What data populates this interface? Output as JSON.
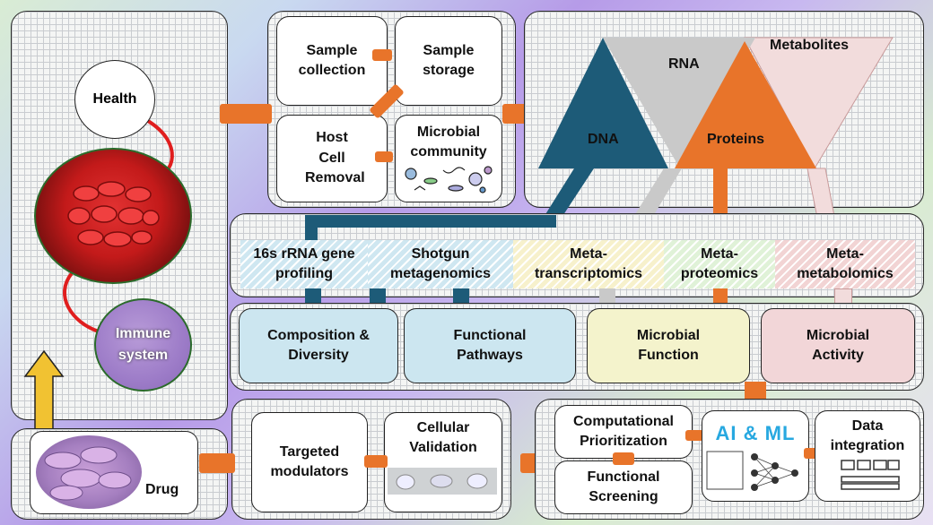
{
  "left": {
    "health": "Health",
    "immune": "Immune system",
    "drug": "Drug"
  },
  "sampling": {
    "sample_collection": "Sample collection",
    "sample_storage": "Sample storage",
    "host_cell_removal": "Host Cell Removal",
    "microbial_community": "Microbial community"
  },
  "molecules": {
    "dna": "DNA",
    "rna": "RNA",
    "proteins": "Proteins",
    "metabolites": "Metabolites"
  },
  "omics": [
    {
      "label": "16s rRNA gene profiling",
      "color": "#cfe7f1"
    },
    {
      "label": "Shotgun metagenomics",
      "color": "#cfe7f1"
    },
    {
      "label": "Meta-transcriptomics",
      "color": "#f7f1cc"
    },
    {
      "label": "Meta-proteomics",
      "color": "#e0f2d8"
    },
    {
      "label": "Meta-metabolomics",
      "color": "#f2d4d4"
    }
  ],
  "outputs": [
    {
      "label": "Composition & Diversity",
      "color": "#cce6f0"
    },
    {
      "label": "Functional Pathways",
      "color": "#cce6f0"
    },
    {
      "label": "Microbial Function",
      "color": "#f4f3cc"
    },
    {
      "label": "Microbial Activity",
      "color": "#f2d6d8"
    }
  ],
  "bottom": {
    "targeted_modulators": "Targeted modulators",
    "cellular_validation": "Cellular Validation",
    "computational_prioritization": "Computational Prioritization",
    "functional_screening": "Functional Screening",
    "ai_ml": "AI & ML",
    "data_integration": "Data integration"
  },
  "colors": {
    "connector": "#e8742a",
    "dna": "#1d5b78",
    "rna": "#c8c8c8",
    "proteins": "#e8742a",
    "metabolites": "#f2dcdc",
    "ai": "#27a8e0"
  }
}
